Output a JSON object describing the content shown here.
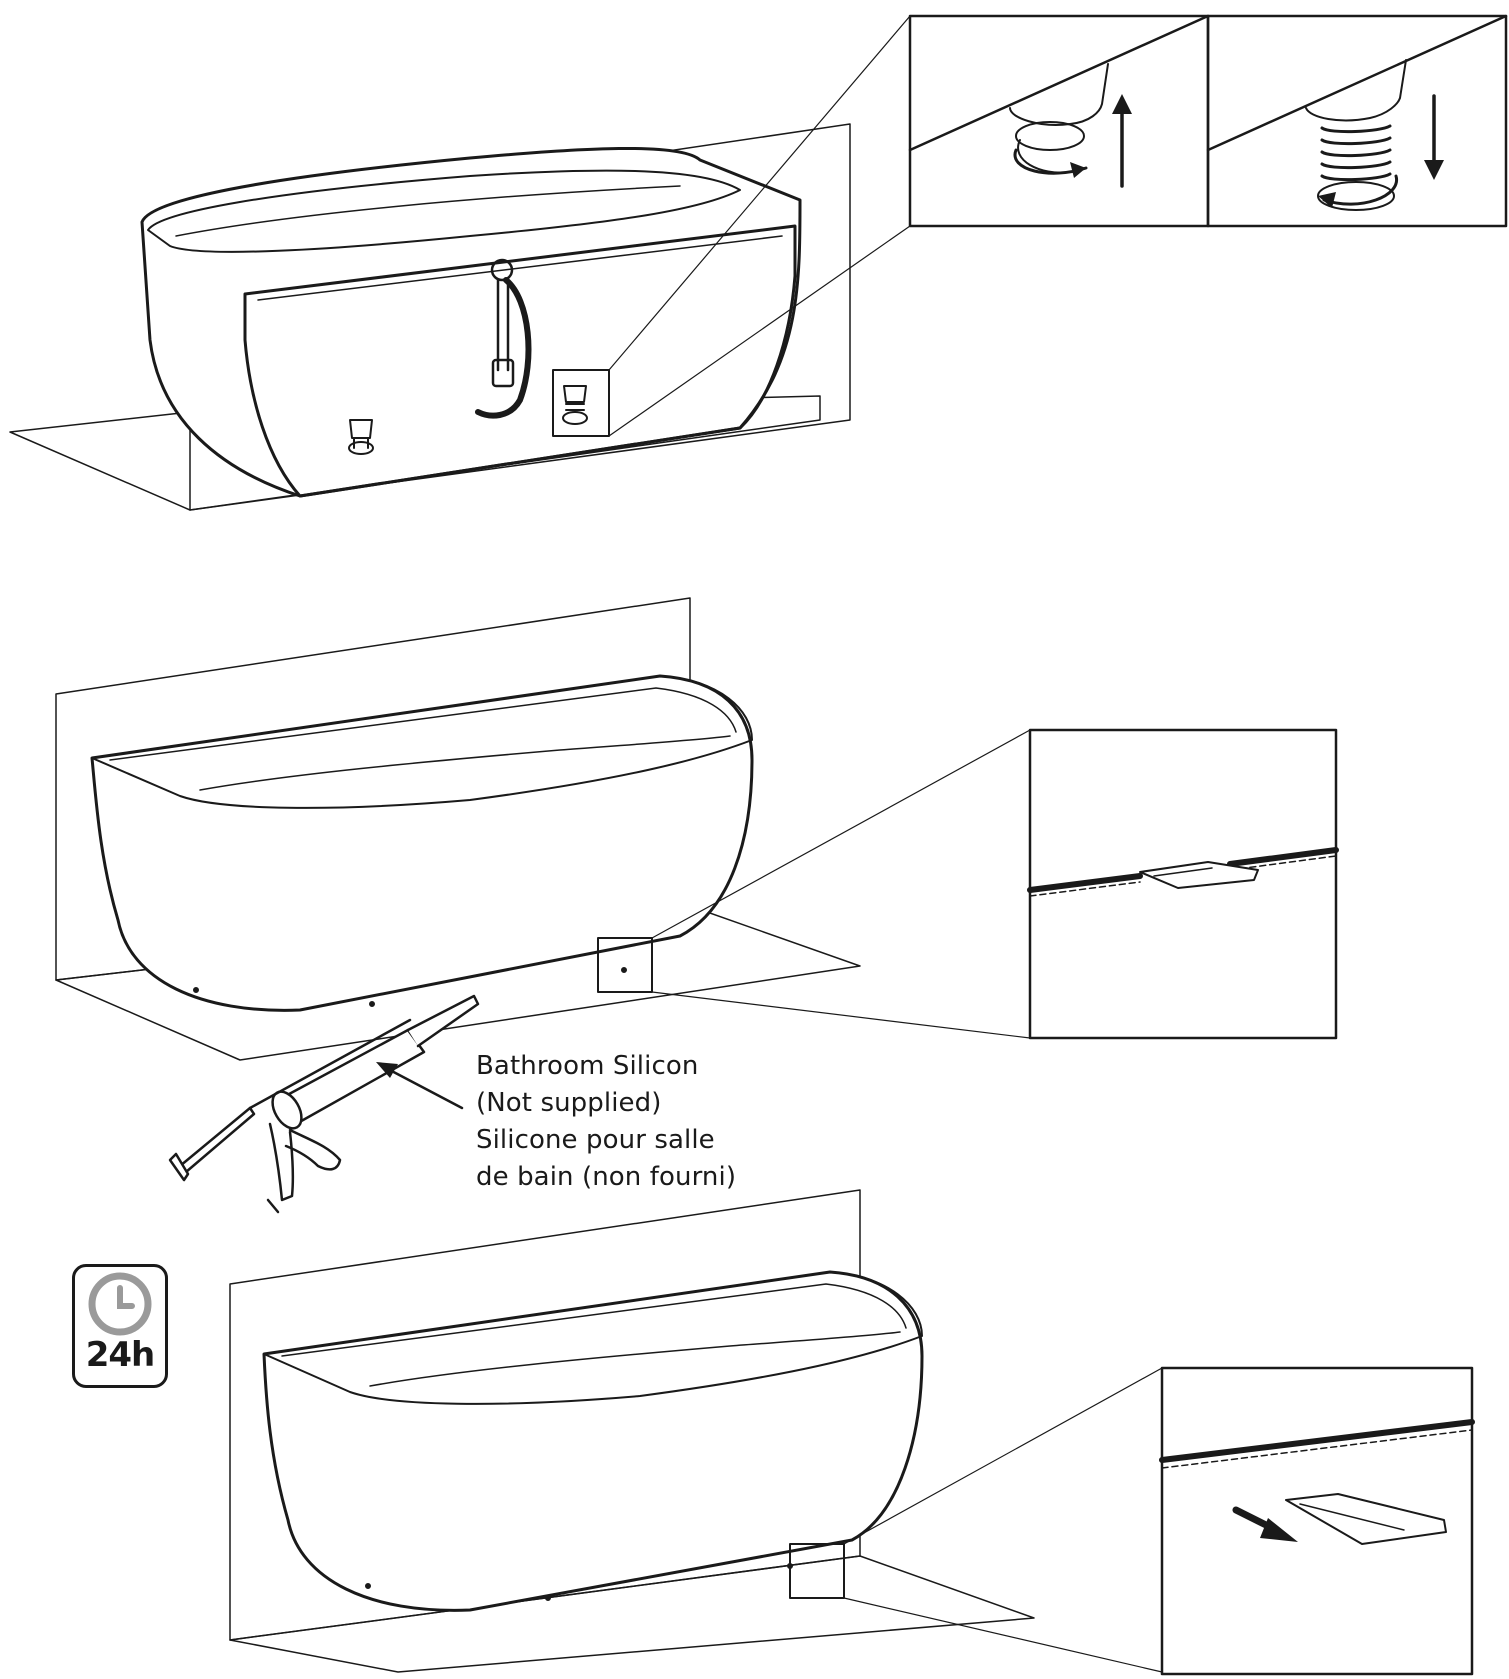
{
  "silicon_label": {
    "line1": "Bathroom Silicon",
    "line2": "(Not supplied)",
    "line3": "Silicone pour salle",
    "line4": "de bain (non fourni)"
  },
  "timer_badge": {
    "text": "24h",
    "icon": "clock-icon"
  },
  "colors": {
    "ink": "#1a1a1a",
    "badge_gray": "#9a9a9a"
  }
}
